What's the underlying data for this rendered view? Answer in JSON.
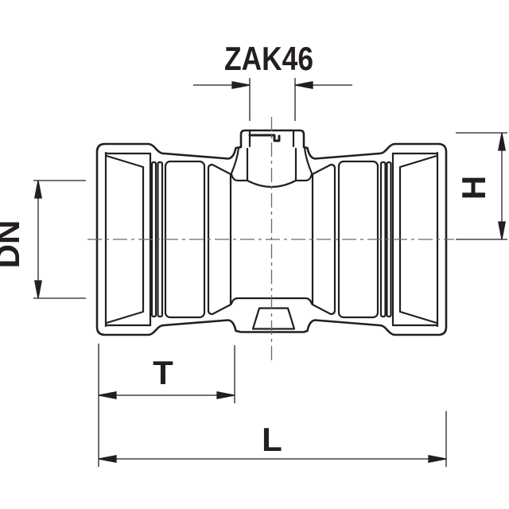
{
  "drawing": {
    "component": "pipe-coupling-cross-section",
    "line_color": "#231f20",
    "centerline_color": "#6a6a6a",
    "background_color": "#ffffff",
    "dimension_labels": {
      "spigot": "ZAK46",
      "nominal_diameter": "DN",
      "height": "H",
      "insertion_depth": "T",
      "overall_length": "L"
    }
  }
}
